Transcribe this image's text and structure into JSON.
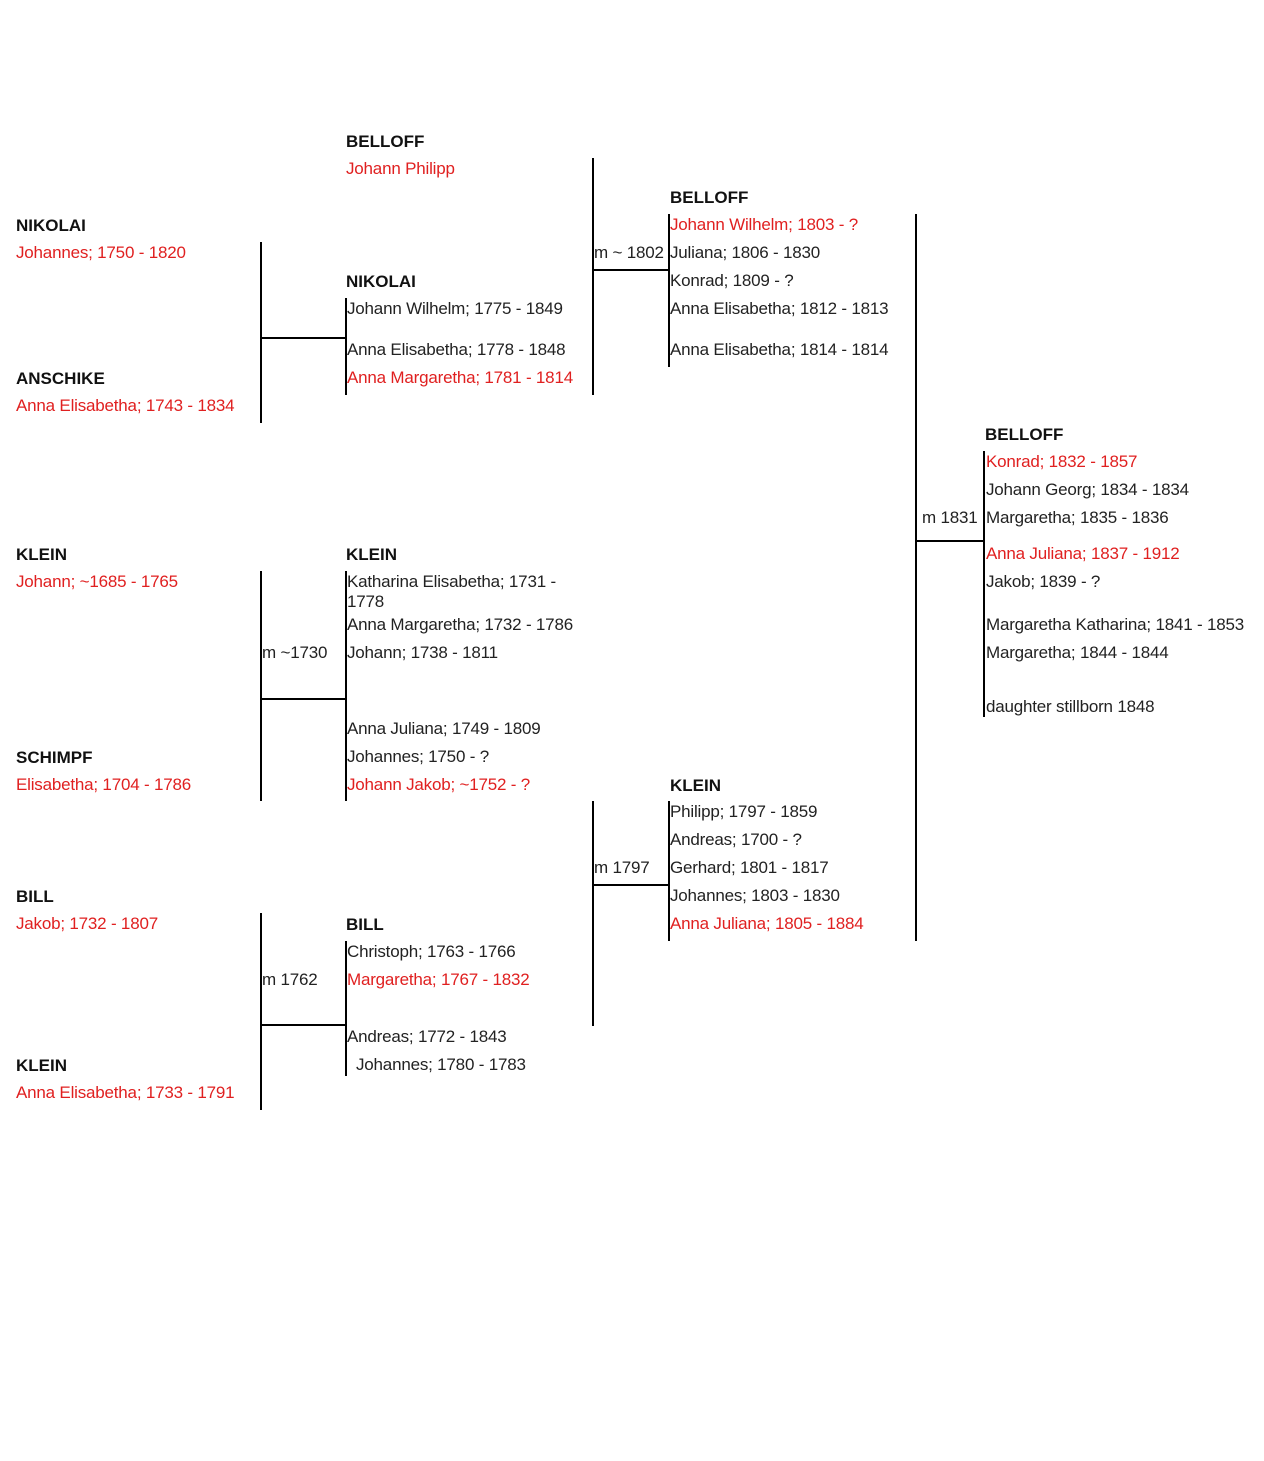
{
  "colors": {
    "direct_line": "#e02020",
    "other": "#222222",
    "lines": "#000000"
  },
  "ancestors": {
    "nikolai": {
      "surname": "NIKOLAI",
      "person": "Johannes; 1750 - 1820"
    },
    "anschike": {
      "surname": "ANSCHIKE",
      "person": "Anna Elisabetha; 1743 - 1834"
    },
    "klein_sr": {
      "surname": "KLEIN",
      "person": "Johann; ~1685 - 1765"
    },
    "schimpf": {
      "surname": "SCHIMPF",
      "person": "Elisabetha; 1704 - 1786"
    },
    "bill": {
      "surname": "BILL",
      "person": "Jakob; 1732 - 1807"
    },
    "klein_bill": {
      "surname": "KLEIN",
      "person": "Anna Elisabetha; 1733 - 1791"
    }
  },
  "families": {
    "belloff_1": {
      "surname": "BELLOFF",
      "children": [
        "Johann Philipp"
      ]
    },
    "nikolai": {
      "surname": "NIKOLAI",
      "children": [
        "Johann Wilhelm; 1775  - 1849",
        "Anna Elisabetha; 1778 - 1848",
        "Anna Margaretha; 1781 - 1814"
      ]
    },
    "klein_1730": {
      "surname": "KLEIN",
      "marriage": "m ~1730",
      "children": [
        "Katharina Elisabetha; 1731 - 1778",
        "Anna Margaretha; 1732 - 1786",
        "Johann; 1738 - 1811",
        "Anna Juliana; 1749 - 1809",
        "Johannes; 1750 - ?",
        "Johann Jakob; ~1752 - ?"
      ]
    },
    "bill": {
      "surname": "BILL",
      "marriage": "m 1762",
      "children": [
        "Christoph; 1763 - 1766",
        "Margaretha; 1767 - 1832",
        "Andreas; 1772 - 1843",
        "Johannes; 1780 - 1783"
      ]
    },
    "belloff_2": {
      "surname": "BELLOFF",
      "marriage": "m ~ 1802",
      "children": [
        "Johann Wilhelm; 1803 - ?",
        "Juliana; 1806 - 1830",
        "Konrad; 1809 - ?",
        "Anna Elisabetha; 1812 - 1813",
        "Anna Elisabetha; 1814 - 1814"
      ]
    },
    "klein_1797": {
      "surname": "KLEIN",
      "marriage": "m 1797",
      "children": [
        "Philipp; 1797 - 1859",
        "Andreas; 1700 - ?",
        "Gerhard; 1801 - 1817",
        "Johannes; 1803 - 1830",
        "Anna Juliana; 1805 - 1884"
      ]
    },
    "belloff_3": {
      "surname": "BELLOFF",
      "marriage": "m 1831",
      "children": [
        "Konrad; 1832 - 1857",
        "Johann Georg; 1834 - 1834",
        "Margaretha; 1835 - 1836",
        "Anna Juliana; 1837 - 1912",
        "Jakob; 1839 - ?",
        "Margaretha Katharina; 1841 - 1853",
        "Margaretha; 1844 - 1844",
        "daughter stillborn 1848"
      ]
    }
  }
}
